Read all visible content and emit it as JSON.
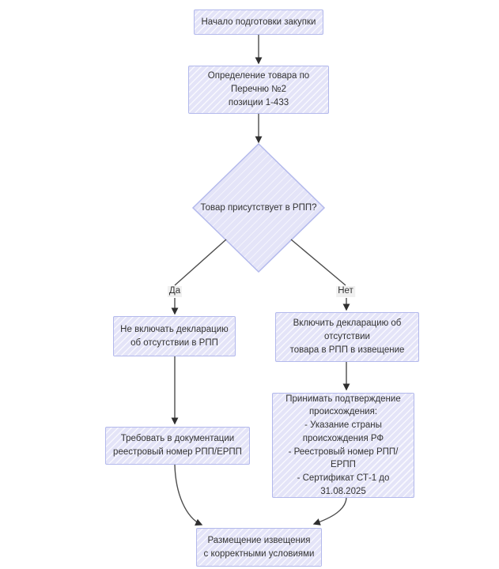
{
  "colors": {
    "node_fill": "#e4e4f8",
    "node_border": "#b3b9ec",
    "edge_color": "#4d4d4d",
    "arrow_color": "#2f2f2f",
    "text_color": "#333333",
    "edge_label_bg": "#f0f0f0",
    "background": "#ffffff"
  },
  "flowchart": {
    "type": "flowchart",
    "nodes": {
      "start": {
        "shape": "rect",
        "label": "Начало подготовки закупки"
      },
      "define_product": {
        "shape": "rect",
        "label": "Определение товара по\nПеречню №2\nпозиции 1-433"
      },
      "decision": {
        "shape": "diamond",
        "label": "Товар присутствует в РПП?"
      },
      "no_declaration": {
        "shape": "rect",
        "label": "Не включать декларацию\nоб отсутствии в РПП"
      },
      "include_declaration": {
        "shape": "rect",
        "label": "Включить декларацию об\nотсутствии\nтовара в РПП в извещение"
      },
      "require_registry_number": {
        "shape": "rect",
        "label": "Требовать в документации\nреестровый номер РПП/ЕРПП"
      },
      "accept_confirmation": {
        "shape": "rect",
        "label": "Принимать подтверждение\nпроисхождения:\n- Указание страны\nпроисхождения РФ\n- Реестровый номер РПП/\nЕРПП\n- Сертификат СТ-1 до\n31.08.2025"
      },
      "end": {
        "shape": "rect",
        "label": "Размещение извещения\nс корректными условиями"
      }
    },
    "edge_labels": {
      "yes": "Да",
      "no": "Нет"
    },
    "edges": [
      {
        "from": "start",
        "to": "define_product"
      },
      {
        "from": "define_product",
        "to": "decision"
      },
      {
        "from": "decision",
        "to": "no_declaration",
        "label": "Да"
      },
      {
        "from": "decision",
        "to": "include_declaration",
        "label": "Нет"
      },
      {
        "from": "no_declaration",
        "to": "require_registry_number"
      },
      {
        "from": "include_declaration",
        "to": "accept_confirmation"
      },
      {
        "from": "require_registry_number",
        "to": "end"
      },
      {
        "from": "accept_confirmation",
        "to": "end"
      }
    ]
  }
}
